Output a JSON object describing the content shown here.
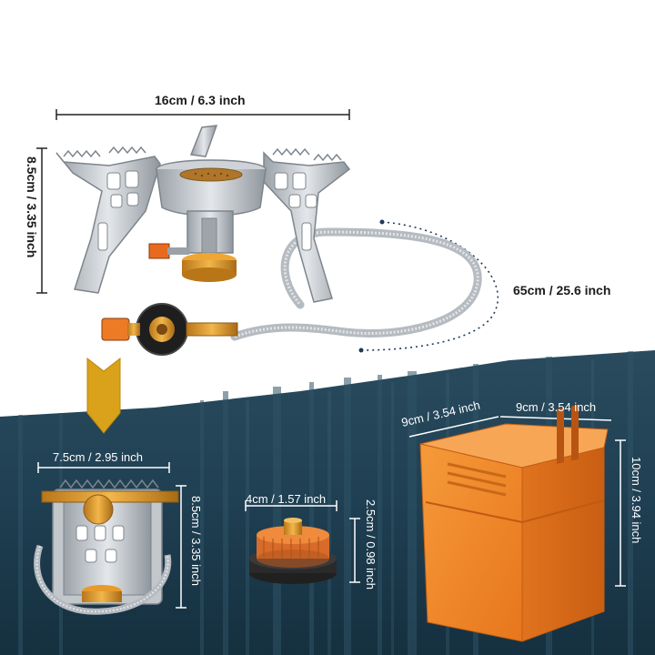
{
  "dimensions": {
    "stove_width": "16cm / 6.3 inch",
    "stove_height": "8.5cm / 3.35 inch",
    "hose_length": "65cm / 25.6 inch",
    "folded_width": "7.5cm / 2.95 inch",
    "folded_height": "8.5cm / 3.35 inch",
    "adapter_width": "4cm / 1.57 inch",
    "adapter_height": "2.5cm / 0.98 inch",
    "case_depth": "9cm / 3.54 inch",
    "case_width": "9cm / 3.54 inch",
    "case_height": "10cm / 3.94 inch"
  },
  "colors": {
    "forest_background": "#1f3f52",
    "case_orange": "#f08a2c",
    "arrow_gold": "#d9a21a",
    "steel": "#c9cdd1"
  },
  "icons": {
    "down_arrow": "down-arrow-icon"
  }
}
